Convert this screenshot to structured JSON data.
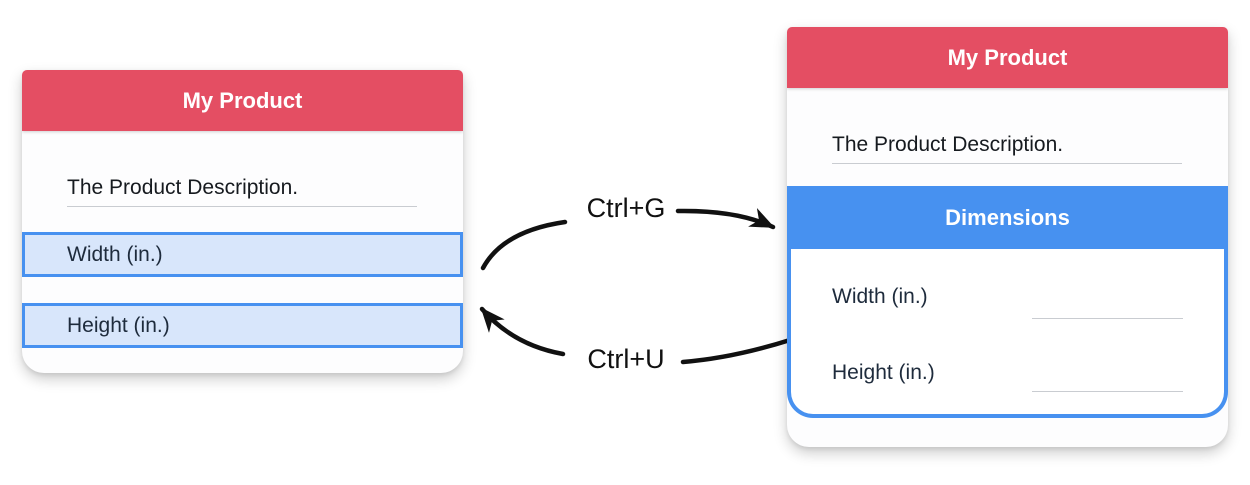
{
  "left_card": {
    "title": "My Product",
    "description": "The Product Description.",
    "fields": [
      {
        "label": "Width (in.)"
      },
      {
        "label": "Height (in.)"
      }
    ]
  },
  "right_card": {
    "title": "My Product",
    "description": "The Product Description.",
    "group": {
      "title": "Dimensions",
      "fields": [
        {
          "label": "Width (in.)"
        },
        {
          "label": "Height (in.)"
        }
      ]
    }
  },
  "arrows": {
    "group_shortcut": "Ctrl+G",
    "ungroup_shortcut": "Ctrl+U"
  },
  "colors": {
    "header_red": "#e44e63",
    "accent_blue": "#4791f0",
    "row_bg": "#d8e6fb",
    "label_text": "#1e2b3c",
    "desc_text": "#161a1f",
    "underline_gray": "#c9ccd1",
    "arrow_black": "#111111"
  }
}
